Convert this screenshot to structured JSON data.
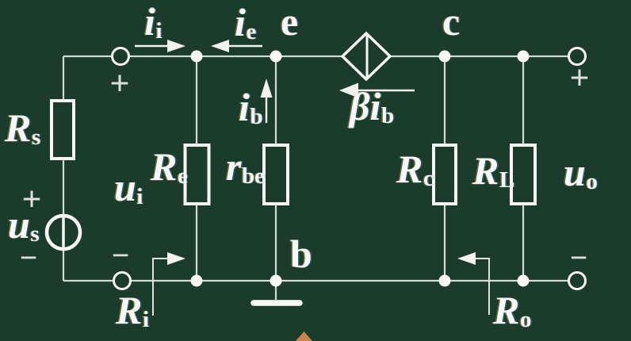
{
  "title": "common-base amplifier small-signal equivalent circuit",
  "colors": {
    "background": "#1b3c2b",
    "wire": "#d4d8d4",
    "shape": "#f7f7f5",
    "logo": "#c9854f"
  },
  "labels": {
    "rs": {
      "main": "R",
      "sub": "s"
    },
    "us": {
      "main": "u",
      "sub": "s"
    },
    "ui": {
      "main": "u",
      "sub": "i"
    },
    "uo": {
      "main": "u",
      "sub": "o"
    },
    "ii": {
      "main": "i",
      "sub": "i"
    },
    "ie": {
      "main": "i",
      "sub": "e"
    },
    "ib": {
      "main": "i",
      "sub": "b"
    },
    "beta_ib": {
      "main": "βi",
      "sub": "b"
    },
    "re": {
      "main": "R",
      "sub": "e"
    },
    "rbe": {
      "main": "r",
      "sub": "be"
    },
    "rc": {
      "main": "R",
      "sub": "c"
    },
    "rl": {
      "main": "R",
      "sub": "L"
    },
    "ri": {
      "main": "R",
      "sub": "i"
    },
    "ro": {
      "main": "R",
      "sub": "o"
    }
  },
  "nodes": {
    "e": "e",
    "c": "c",
    "b": "b"
  },
  "signs": {
    "plus": "+",
    "minus": "−"
  }
}
